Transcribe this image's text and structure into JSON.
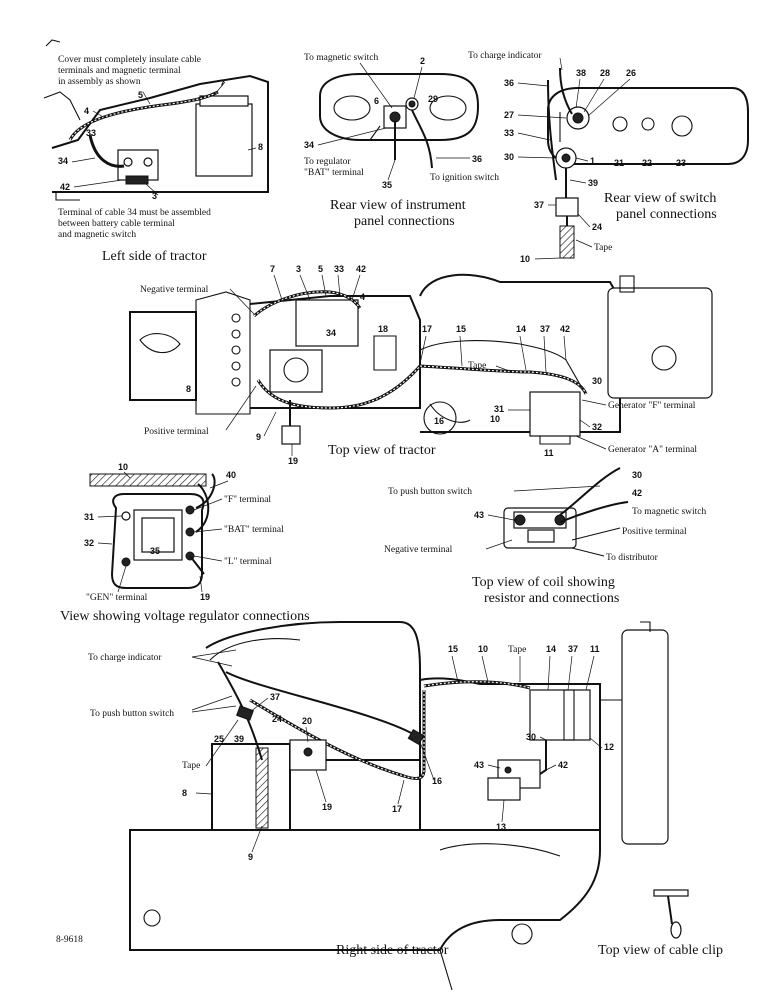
{
  "captions": {
    "left_side": "Left side of tractor",
    "instrument_panel_1": "Rear view of instrument",
    "instrument_panel_2": "panel connections",
    "switch_panel_1": "Rear view of switch",
    "switch_panel_2": "panel connections",
    "top_view": "Top view of tractor",
    "voltage_regulator": "View showing voltage regulator connections",
    "coil_1": "Top view of coil showing",
    "coil_2": "resistor and connections",
    "right_side": "Right side of tractor",
    "cable_clip": "Top view of cable clip",
    "code": "8-9618"
  },
  "notes": {
    "cover_1": "Cover must completely insulate cable",
    "cover_2": "terminals and magnetic terminal",
    "cover_3": "in assembly as shown",
    "terminal_1": "Terminal of cable 34 must be assembled",
    "terminal_2": "between battery cable terminal",
    "terminal_3": "and magnetic switch"
  },
  "labels": {
    "to_magnetic_switch": "To magnetic switch",
    "to_regulator": "To regulator",
    "bat_terminal": "\"BAT\" terminal",
    "to_ignition_switch": "To ignition switch",
    "to_charge_indicator": "To charge indicator",
    "tape": "Tape",
    "negative_terminal": "Negative terminal",
    "positive_terminal": "Positive terminal",
    "generator_f": "Generator \"F\" terminal",
    "generator_a": "Generator \"A\" terminal",
    "f_terminal": "\"F\" terminal",
    "bat_terminal_reg": "\"BAT\" terminal",
    "l_terminal": "\"L\" terminal",
    "gen_terminal": "\"GEN\" terminal",
    "to_push_button_switch": "To push button switch",
    "to_magnetic_switch_coil": "To magnetic switch",
    "negative_terminal_coil": "Negative terminal",
    "positive_terminal_coil": "Positive terminal",
    "to_distributor": "To distributor",
    "to_charge_indicator_right": "To charge indicator",
    "to_push_button_switch_right": "To push button switch",
    "tape_right_1": "Tape",
    "tape_right_2": "Tape"
  },
  "callouts": {
    "left": [
      "5",
      "7",
      "4",
      "33",
      "34",
      "42",
      "3",
      "8"
    ],
    "instrument": [
      "2",
      "6",
      "29",
      "34",
      "36",
      "35"
    ],
    "switch": [
      "36",
      "38",
      "28",
      "26",
      "27",
      "33",
      "30",
      "1",
      "21",
      "22",
      "23",
      "39",
      "37",
      "24",
      "10"
    ],
    "top": [
      "7",
      "3",
      "5",
      "33",
      "42",
      "4",
      "34",
      "18",
      "17",
      "15",
      "14",
      "37",
      "42",
      "30",
      "31",
      "32",
      "11",
      "10",
      "16",
      "9",
      "19",
      "8"
    ],
    "regulator": [
      "10",
      "40",
      "31",
      "32",
      "35",
      "19"
    ],
    "coil": [
      "30",
      "42",
      "43"
    ],
    "right": [
      "15",
      "10",
      "14",
      "37",
      "11",
      "37",
      "20",
      "25",
      "39",
      "24",
      "12",
      "30",
      "43",
      "42",
      "19",
      "16",
      "17",
      "8",
      "9",
      "13"
    ]
  }
}
